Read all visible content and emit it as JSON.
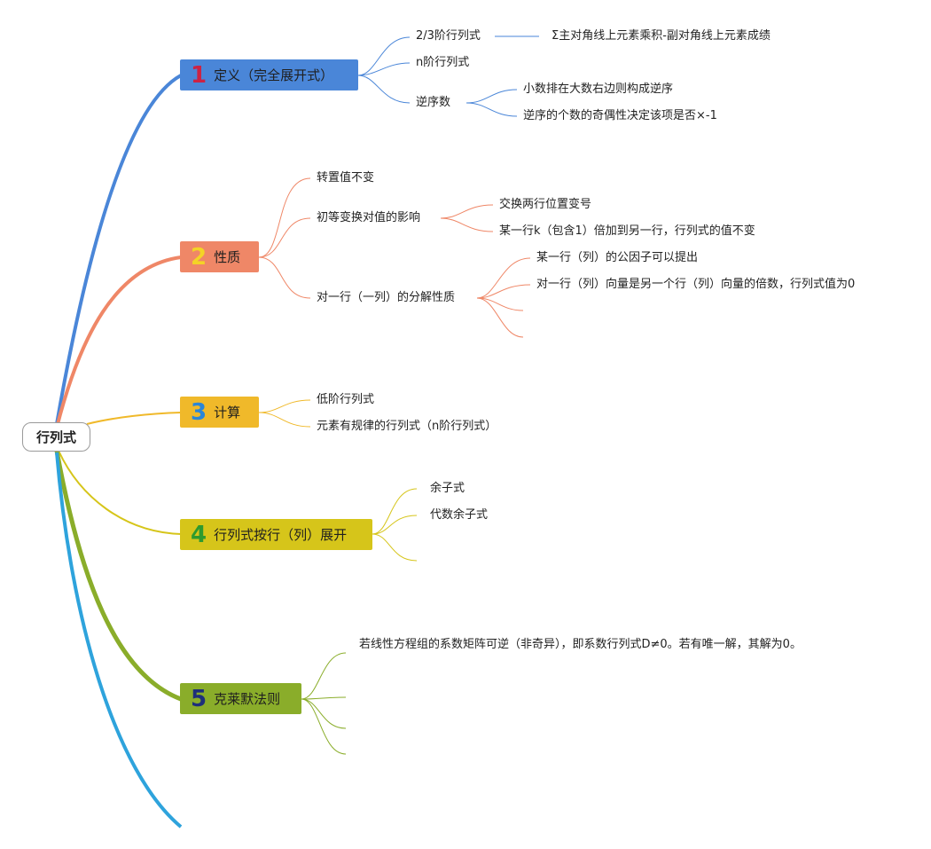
{
  "root": {
    "label": "行列式"
  },
  "colors": {
    "t1": "#4a86d8",
    "t2": "#ef8767",
    "t3": "#f0b92a",
    "t4": "#d6c51a",
    "t5": "#8aad2a",
    "branch6": "#2ea3dc",
    "num1": "#cc2244",
    "num2": "#f4d326",
    "num3": "#2b86d8",
    "num4": "#2e9a2e",
    "num5": "#1e2f7a"
  },
  "topics": [
    {
      "num": "1",
      "label": "定义（完全展开式）"
    },
    {
      "num": "2",
      "label": "性质"
    },
    {
      "num": "3",
      "label": "计算"
    },
    {
      "num": "4",
      "label": "行列式按行（列）展开"
    },
    {
      "num": "5",
      "label": "克莱默法则"
    }
  ],
  "t1": {
    "a": "2/3阶行列式",
    "a_detail": "Σ主对角线上元素乘积-副对角线上元素成绩",
    "b": "n阶行列式",
    "c": "逆序数",
    "c1": "小数排在大数右边则构成逆序",
    "c2": "逆序的个数的奇偶性决定该项是否×-1"
  },
  "t2": {
    "a": "转置值不变",
    "b": "初等变换对值的影响",
    "b1": "交换两行位置变号",
    "b2": "某一行k（包含1）倍加到另一行，行列式的值不变",
    "c": "对一行（一列）的分解性质",
    "c1": "某一行（列）的公因子可以提出",
    "c2": "对一行（列）向量是另一个行（列）向量的倍数，行列式值为0"
  },
  "t3": {
    "a": "低阶行列式",
    "b": "元素有规律的行列式（n阶行列式）"
  },
  "t4": {
    "a": "余子式",
    "b": "代数余子式"
  },
  "t5": {
    "a": "若线性方程组的系数矩阵可逆（非奇异），即系数行列式D≠0。若有唯一解，其解为0。"
  }
}
